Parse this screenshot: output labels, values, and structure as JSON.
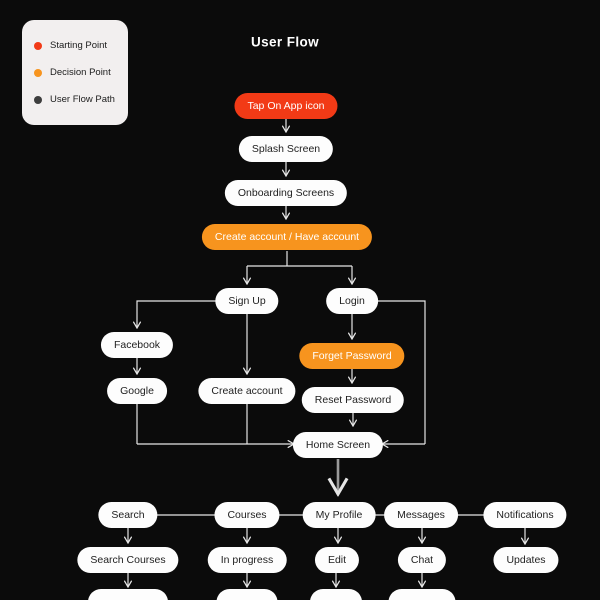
{
  "title": "User Flow",
  "colors": {
    "bg": "#0B0B0B",
    "pill": "#FDFDFD",
    "pill-text": "#222222",
    "start": "#F23A16",
    "decision": "#F7941E",
    "path-dot": "#3D3D3D",
    "line": "#E6E6E6",
    "thick-line": "#9A9A9A",
    "legend-bg": "#F2EFEF",
    "legend-text": "#1C1C1C",
    "on-accent-text": "#FFFFFF"
  },
  "legend": {
    "items": [
      {
        "label": "Starting Point",
        "color": "#F23A16"
      },
      {
        "label": "Decision Point",
        "color": "#F7941E"
      },
      {
        "label": "User Flow Path",
        "color": "#3D3D3D"
      }
    ]
  },
  "nodes": [
    {
      "id": "tap-on-app-icon",
      "label": "Tap On App icon",
      "type": "start"
    },
    {
      "id": "splash-screen",
      "label": "Splash Screen",
      "type": "screen"
    },
    {
      "id": "onboarding-screens",
      "label": "Onboarding Screens",
      "type": "screen"
    },
    {
      "id": "create-have-account",
      "label": "Create account / Have account",
      "type": "decision"
    },
    {
      "id": "sign-up",
      "label": "Sign Up",
      "type": "screen"
    },
    {
      "id": "login",
      "label": "Login",
      "type": "screen"
    },
    {
      "id": "facebook",
      "label": "Facebook",
      "type": "screen"
    },
    {
      "id": "google",
      "label": "Google",
      "type": "screen"
    },
    {
      "id": "create-account",
      "label": "Create account",
      "type": "screen"
    },
    {
      "id": "forget-password",
      "label": "Forget Password",
      "type": "decision"
    },
    {
      "id": "reset-password",
      "label": "Reset Password",
      "type": "screen"
    },
    {
      "id": "home-screen",
      "label": "Home Screen",
      "type": "screen"
    },
    {
      "id": "search",
      "label": "Search",
      "type": "screen"
    },
    {
      "id": "courses",
      "label": "Courses",
      "type": "screen"
    },
    {
      "id": "my-profile",
      "label": "My Profile",
      "type": "screen"
    },
    {
      "id": "messages",
      "label": "Messages",
      "type": "screen"
    },
    {
      "id": "notifications",
      "label": "Notifications",
      "type": "screen"
    },
    {
      "id": "search-courses",
      "label": "Search Courses",
      "type": "screen"
    },
    {
      "id": "in-progress",
      "label": "In progress",
      "type": "screen"
    },
    {
      "id": "edit",
      "label": "Edit",
      "type": "screen"
    },
    {
      "id": "chat",
      "label": "Chat",
      "type": "screen"
    },
    {
      "id": "updates",
      "label": "Updates",
      "type": "screen"
    }
  ]
}
